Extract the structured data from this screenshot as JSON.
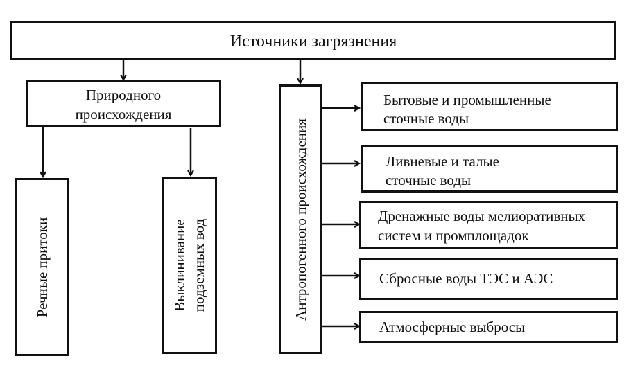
{
  "diagram": {
    "root": {
      "label": "Источники загрязнения"
    },
    "natural": {
      "label_line1": "Природного",
      "label_line2": "происхождения",
      "children": [
        {
          "label": "Речные притоки"
        },
        {
          "label_line1": "Выклинивание",
          "label_line2": "подземных вод"
        }
      ]
    },
    "anthropogenic": {
      "label": "Антропогенного происхождения",
      "children": [
        {
          "label_line1": "Бытовые и промышленные",
          "label_line2": "сточные воды"
        },
        {
          "label_line1": "Ливневые и талые",
          "label_line2": "сточные воды"
        },
        {
          "label_line1": "Дренажные воды мелиоративных",
          "label_line2": "систем и промплощадок"
        },
        {
          "label_line1": "Сбросные воды ТЭС и АЭС"
        },
        {
          "label_line1": "Атмосферные выбросы"
        }
      ]
    }
  }
}
